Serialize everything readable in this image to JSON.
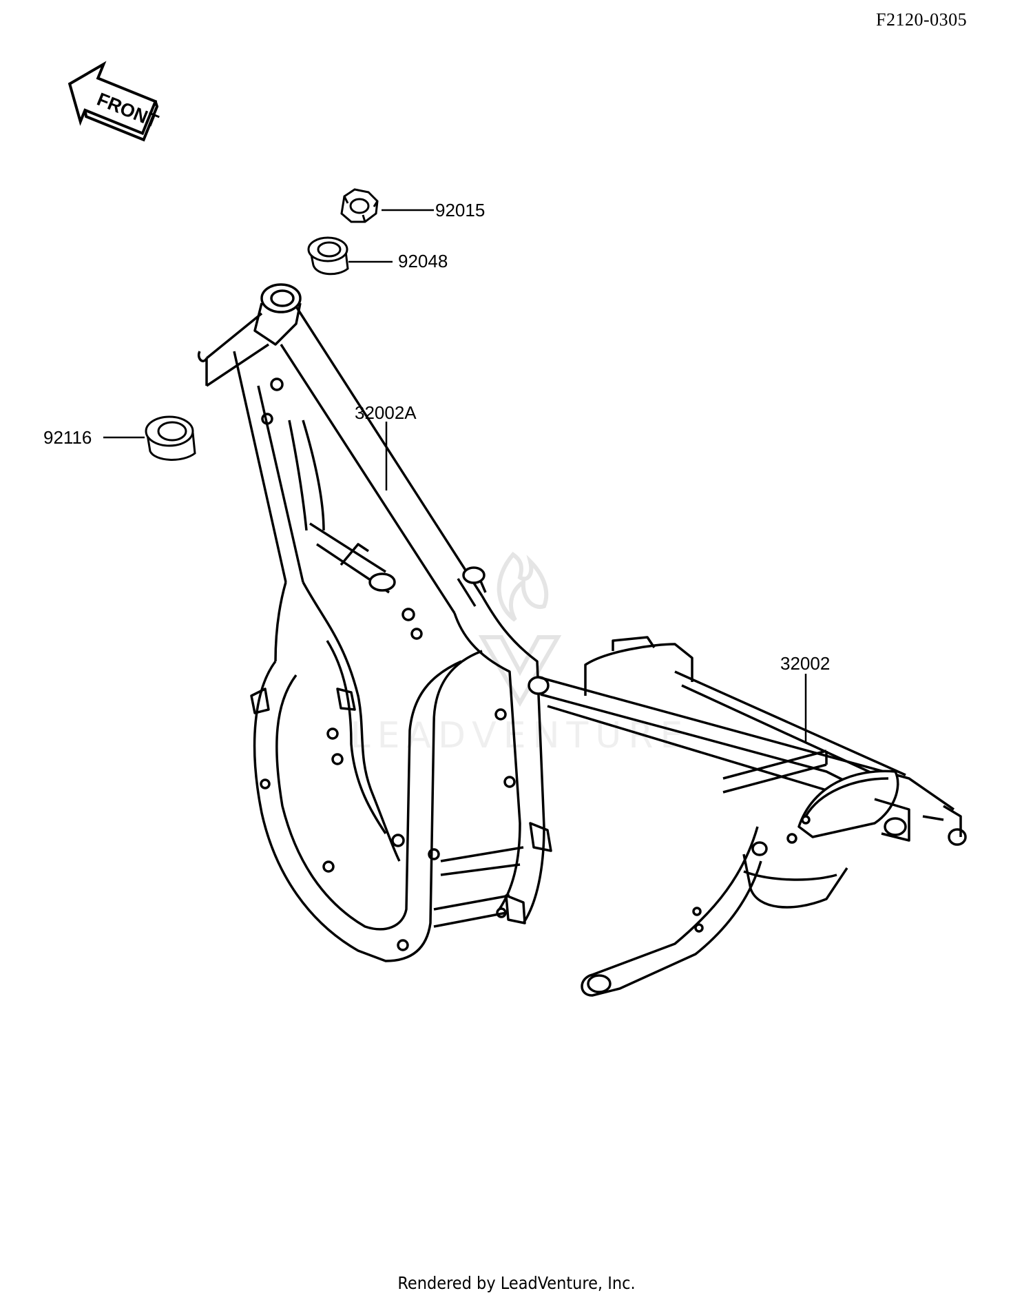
{
  "header": {
    "ref_code": "F2120-0305"
  },
  "front_arrow": {
    "label": "FRONT",
    "icon": "front-arrow-icon"
  },
  "callouts": [
    {
      "id": "c1",
      "part_number": "92015"
    },
    {
      "id": "c2",
      "part_number": "92048"
    },
    {
      "id": "c3",
      "part_number": "92116"
    },
    {
      "id": "c4",
      "part_number": "32002A"
    },
    {
      "id": "c5",
      "part_number": "32002"
    }
  ],
  "watermark": {
    "text": "LEADVENTURE",
    "icon": "flame-logo-icon"
  },
  "footer": {
    "text": "Rendered by LeadVenture, Inc."
  },
  "colors": {
    "line": "#000000",
    "background": "#ffffff",
    "watermark": "#d9d9d9"
  }
}
